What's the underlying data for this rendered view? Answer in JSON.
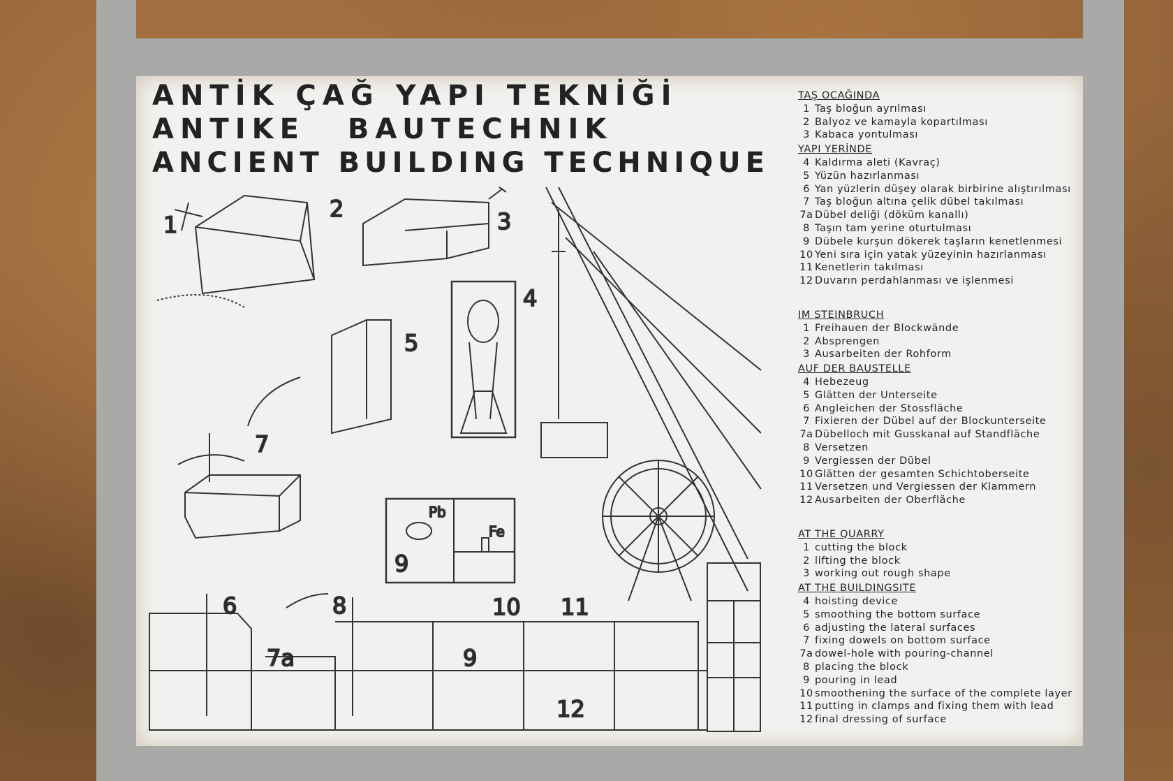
{
  "titles": [
    "ANTİK ÇAĞ YAPI TEKNİĞİ",
    "ANTIKE BAUTECHNIK",
    "ANCIENT BUILDING TECHNIQUE"
  ],
  "legend": {
    "turkish": {
      "quarry_heading": "TAŞ OCAĞINDA",
      "quarry": [
        [
          "1",
          "Taş bloğun ayrılması"
        ],
        [
          "2",
          "Balyoz ve kamayla kopartılması"
        ],
        [
          "3",
          "Kabaca yontulması"
        ]
      ],
      "site_heading": "YAPI YERİNDE",
      "site": [
        [
          "4",
          "Kaldırma aleti (Kavraç)"
        ],
        [
          "5",
          "Yüzün hazırlanması"
        ],
        [
          "6",
          "Yan yüzlerin düşey olarak birbirine alıştırılması"
        ],
        [
          "7",
          "Taş bloğun altına çelik dübel takılması"
        ],
        [
          "7a",
          "Dübel deliği (döküm kanallı)"
        ],
        [
          "8",
          "Taşın tam yerine oturtulması"
        ],
        [
          "9",
          "Dübele kurşun dökerek taşların kenetlenmesi"
        ],
        [
          "10",
          "Yeni sıra için yatak yüzeyinin hazırlanması"
        ],
        [
          "11",
          "Kenetlerin takılması"
        ],
        [
          "12",
          "Duvarın perdahlanması ve işlenmesi"
        ]
      ]
    },
    "german": {
      "quarry_heading": "IM STEINBRUCH",
      "quarry": [
        [
          "1",
          "Freihauen der Blockwände"
        ],
        [
          "2",
          "Absprengen"
        ],
        [
          "3",
          "Ausarbeiten der Rohform"
        ]
      ],
      "site_heading": "AUF DER BAUSTELLE",
      "site": [
        [
          "4",
          "Hebezeug"
        ],
        [
          "5",
          "Glätten der Unterseite"
        ],
        [
          "6",
          "Angleichen der Stossfläche"
        ],
        [
          "7",
          "Fixieren der Dübel auf der Blockunterseite"
        ],
        [
          "7a",
          "Dübelloch mit Gusskanal auf Standfläche"
        ],
        [
          "8",
          "Versetzen"
        ],
        [
          "9",
          "Vergiessen der Dübel"
        ],
        [
          "10",
          "Glätten der gesamten Schichtoberseite"
        ],
        [
          "11",
          "Versetzen und Vergiessen der Klammern"
        ],
        [
          "12",
          "Ausarbeiten der Oberfläche"
        ]
      ]
    },
    "english": {
      "quarry_heading": "AT THE QUARRY",
      "quarry": [
        [
          "1",
          "cutting the block"
        ],
        [
          "2",
          "lifting the block"
        ],
        [
          "3",
          "working out rough shape"
        ]
      ],
      "site_heading": "AT THE BUILDINGSITE",
      "site": [
        [
          "4",
          "hoisting device"
        ],
        [
          "5",
          "smoothing the bottom surface"
        ],
        [
          "6",
          "adjusting the lateral surfaces"
        ],
        [
          "7",
          "fixing dowels on bottom surface"
        ],
        [
          "7a",
          "dowel-hole with pouring-channel"
        ],
        [
          "8",
          "placing the block"
        ],
        [
          "9",
          "pouring in lead"
        ],
        [
          "10",
          "smoothening the surface of the complete layer"
        ],
        [
          "11",
          "putting in clamps and fixing them with lead"
        ],
        [
          "12",
          "final dressing of surface"
        ]
      ]
    }
  },
  "diagram_labels": {
    "n1": "1",
    "n2": "2",
    "n3": "3",
    "n4": "4",
    "n5": "5",
    "n6": "6",
    "n7": "7",
    "n7a": "7a",
    "n8": "8",
    "n9a": "9",
    "n9b": "9",
    "n10": "10",
    "n11": "11",
    "n12": "12",
    "pb": "Pb",
    "fe": "Fe"
  }
}
